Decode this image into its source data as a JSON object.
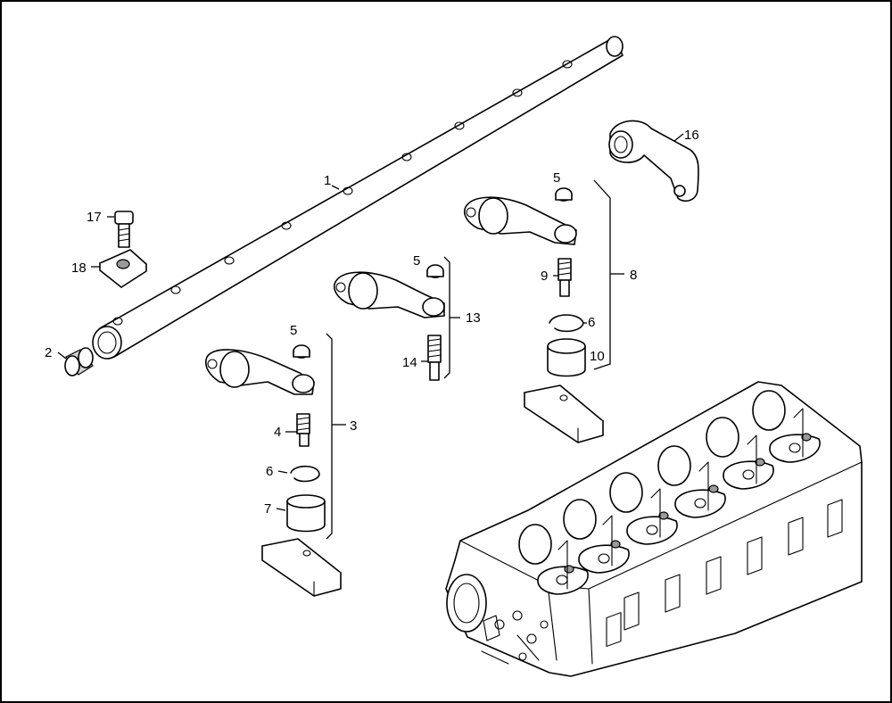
{
  "diagram": {
    "callouts": [
      {
        "id": "c1",
        "text": "1"
      },
      {
        "id": "c2",
        "text": "2"
      },
      {
        "id": "c3",
        "text": "3"
      },
      {
        "id": "c4",
        "text": "4"
      },
      {
        "id": "c5a",
        "text": "5"
      },
      {
        "id": "c5b",
        "text": "5"
      },
      {
        "id": "c5c",
        "text": "5"
      },
      {
        "id": "c6a",
        "text": "6"
      },
      {
        "id": "c6b",
        "text": "6"
      },
      {
        "id": "c7",
        "text": "7"
      },
      {
        "id": "c8",
        "text": "8"
      },
      {
        "id": "c9",
        "text": "9"
      },
      {
        "id": "c10",
        "text": "10"
      },
      {
        "id": "c13",
        "text": "13"
      },
      {
        "id": "c14",
        "text": "14"
      },
      {
        "id": "c16",
        "text": "16"
      },
      {
        "id": "c17",
        "text": "17"
      },
      {
        "id": "c18",
        "text": "18"
      }
    ]
  }
}
